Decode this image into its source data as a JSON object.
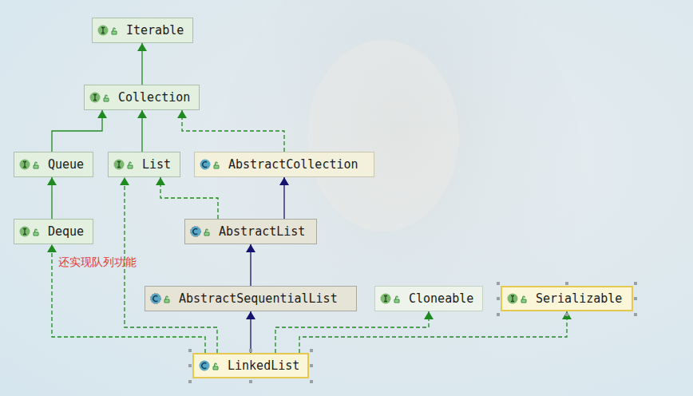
{
  "diagram": {
    "nodes": [
      {
        "text": [
          "Iterable"
        ]
      },
      {
        "text": [
          "Collection"
        ]
      },
      {
        "text": [
          "Queue"
        ]
      },
      {
        "text": [
          "List"
        ]
      },
      {
        "text": [
          "AbstractCollection"
        ]
      },
      {
        "text": [
          "Deque"
        ]
      },
      {
        "text": [
          "AbstractList"
        ]
      },
      {
        "text": [
          "AbstractSequentialList"
        ]
      },
      {
        "text": [
          "Cloneable"
        ]
      },
      {
        "text": [
          "Serializable"
        ]
      },
      {
        "text": [
          "LinkedList"
        ]
      }
    ],
    "edges": [
      {
        "from": 1,
        "to": 0,
        "arrow": "to"
      },
      {
        "from": 2,
        "to": 1,
        "arrow": "to"
      },
      {
        "from": 3,
        "to": 1,
        "arrow": "to"
      },
      {
        "from": 4,
        "to": 1,
        "arrow": "to"
      },
      {
        "from": 5,
        "to": 2,
        "arrow": "to"
      },
      {
        "from": 6,
        "to": 3,
        "arrow": "to"
      },
      {
        "from": 6,
        "to": 4,
        "arrow": "to"
      },
      {
        "from": 7,
        "to": 6,
        "arrow": "to"
      },
      {
        "from": 10,
        "to": 7,
        "arrow": "to"
      },
      {
        "from": 10,
        "to": 5,
        "arrow": "to"
      },
      {
        "from": 10,
        "to": 3,
        "arrow": "to"
      },
      {
        "from": 10,
        "to": 8,
        "arrow": "to"
      },
      {
        "from": 10,
        "to": 9,
        "arrow": "to"
      }
    ],
    "labels": [
      "还实现队列功能"
    ]
  }
}
